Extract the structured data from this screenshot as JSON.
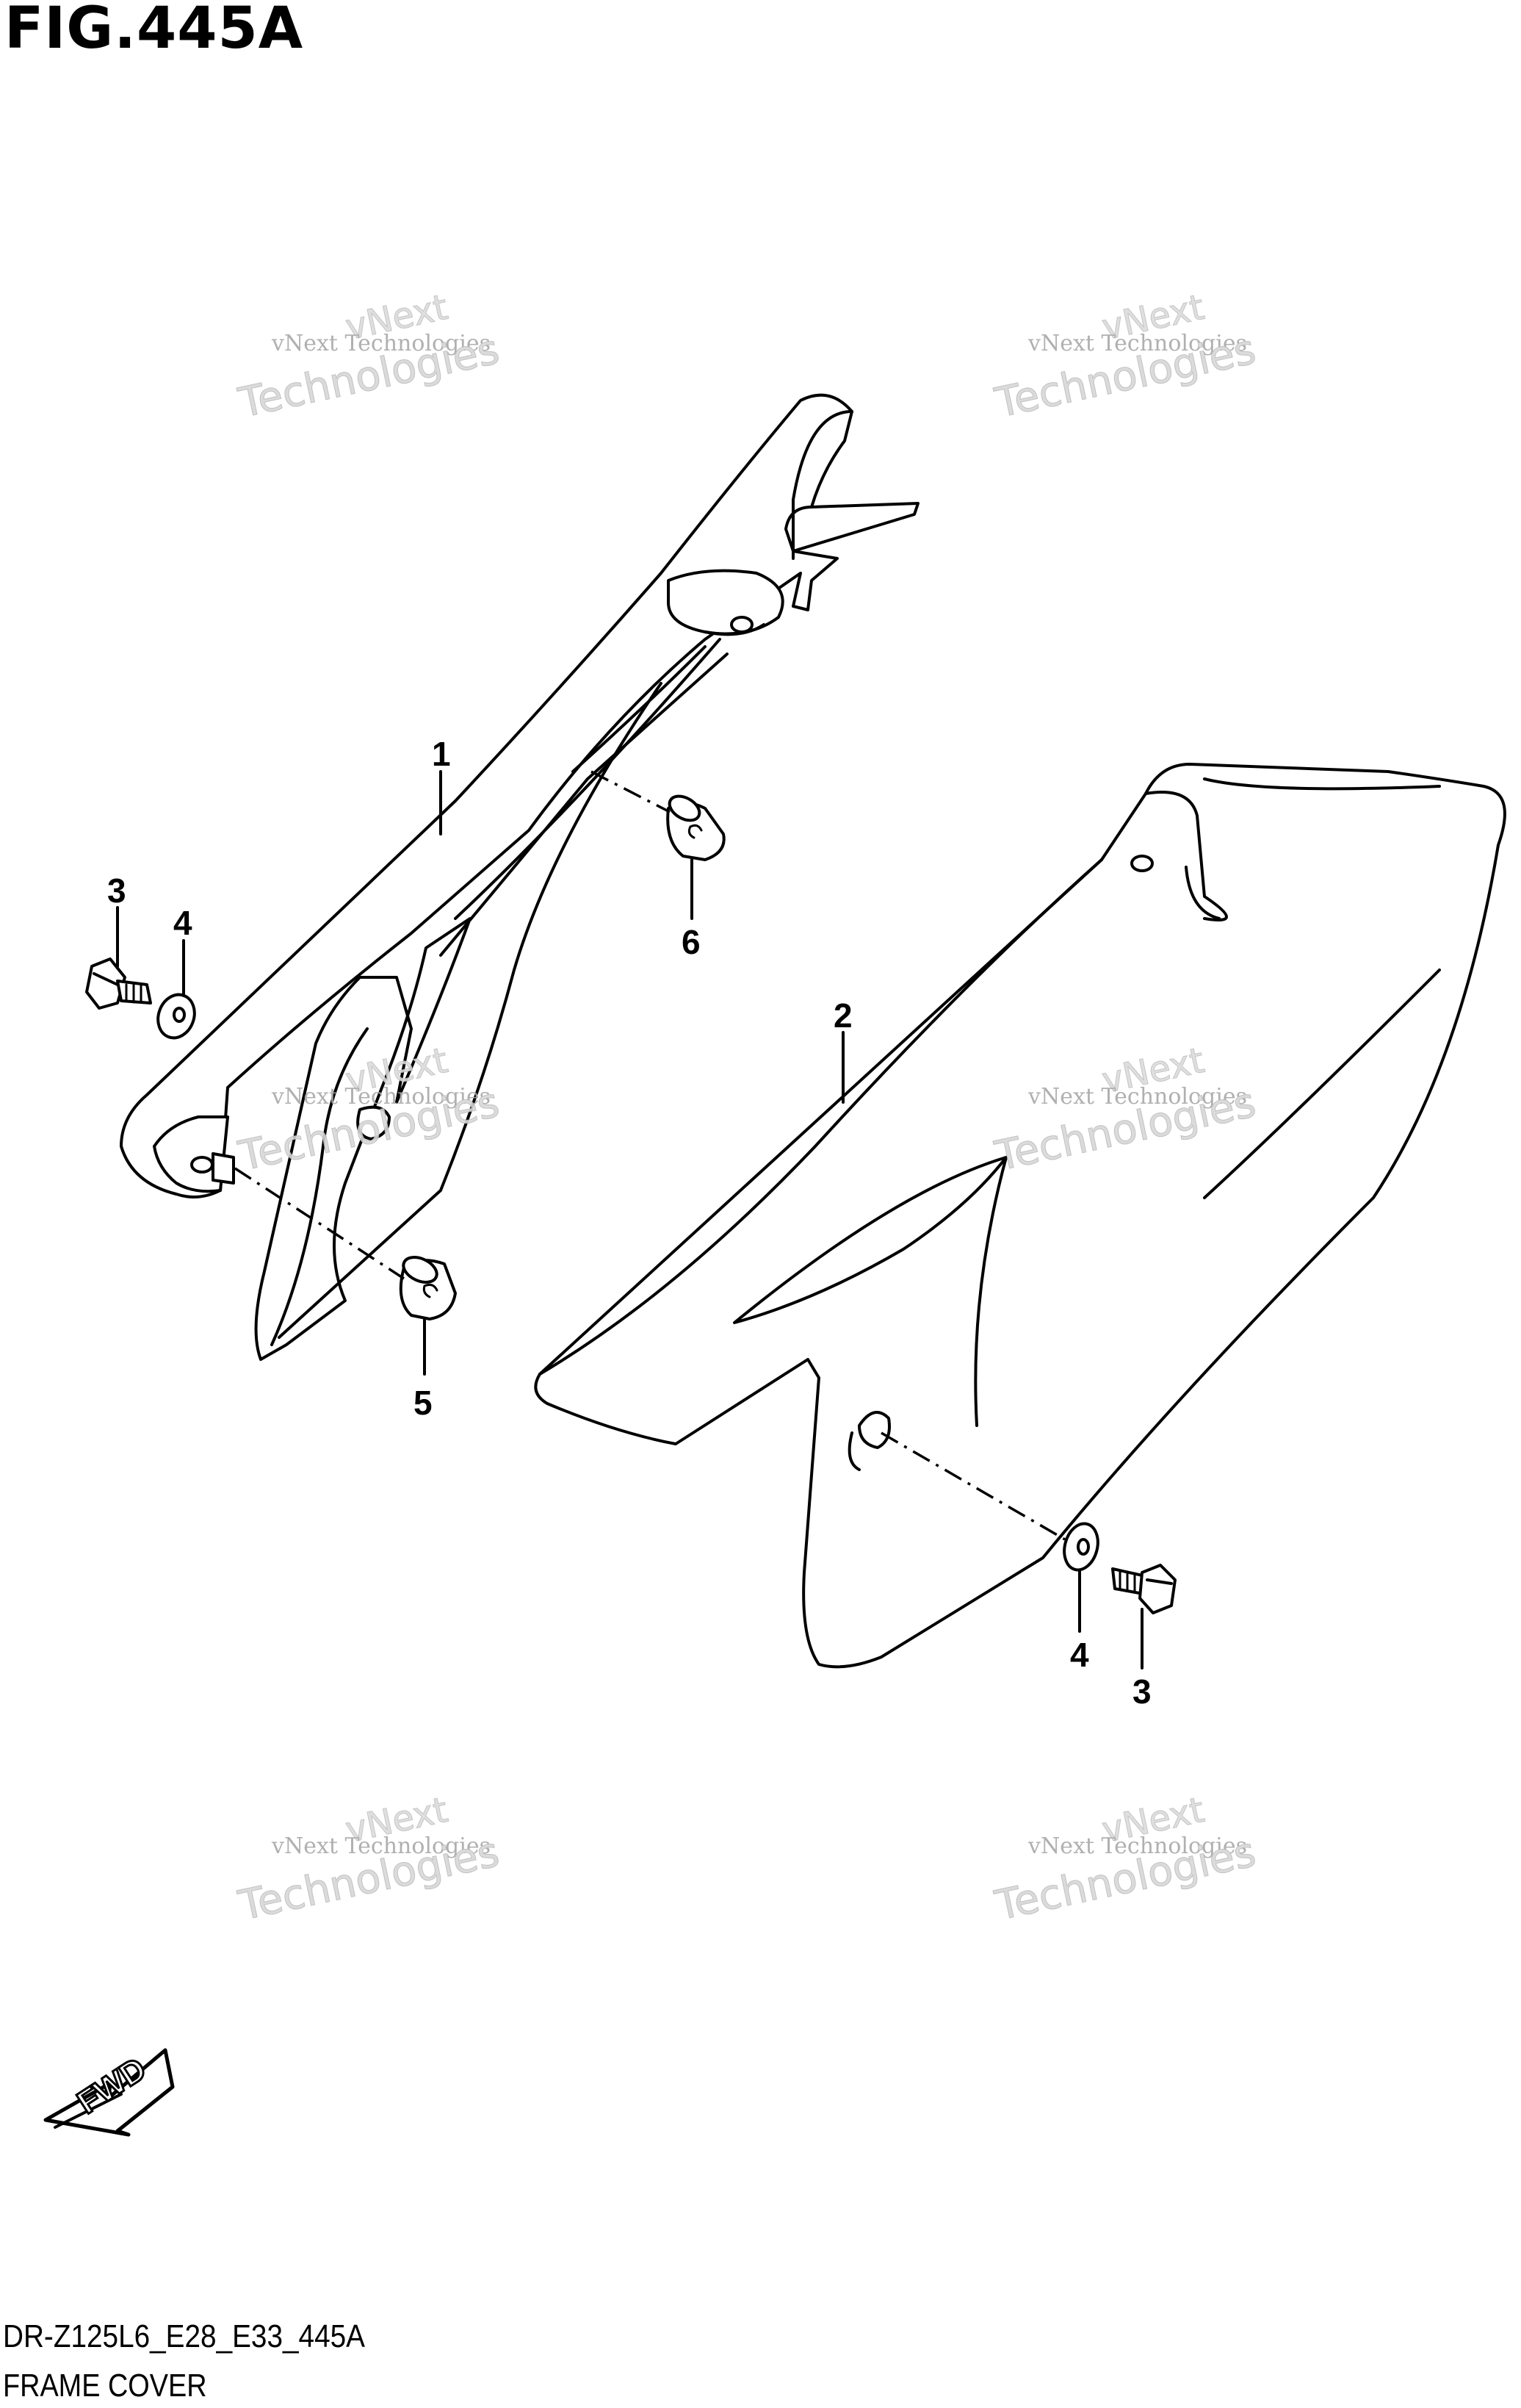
{
  "figure": {
    "title": "FIG.445A",
    "footer_code": "DR-Z125L6_E28_E33_445A",
    "footer_name": "FRAME COVER",
    "fwd_label": "FWD"
  },
  "watermark": {
    "line1": "vNext Technologies",
    "line0": "vNext",
    "line2": "Technologies"
  },
  "callouts": [
    {
      "id": "1",
      "part": "frame-cover-left"
    },
    {
      "id": "2",
      "part": "frame-cover-right"
    },
    {
      "id": "3",
      "part": "bolt"
    },
    {
      "id": "4",
      "part": "washer"
    },
    {
      "id": "5",
      "part": "cushion"
    },
    {
      "id": "6",
      "part": "cushion"
    },
    {
      "id": "4",
      "part": "washer"
    },
    {
      "id": "3",
      "part": "bolt"
    }
  ],
  "colors": {
    "line": "#000000",
    "background": "#ffffff",
    "watermark": "#bdbdbd"
  }
}
